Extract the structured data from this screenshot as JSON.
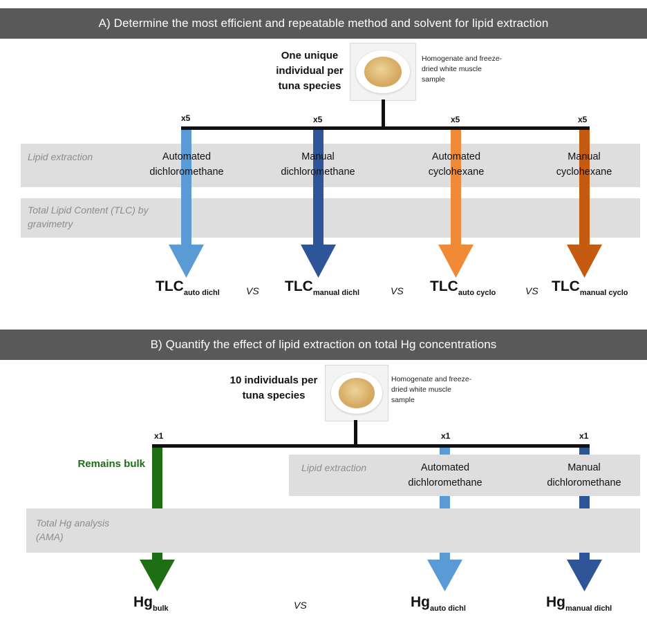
{
  "section_a": {
    "header": "A) Determine the most efficient and repeatable method and solvent for lipid extraction",
    "sample_label": "One unique individual per tuna species",
    "sample_desc": "Homogenate and freeze-dried white muscle sample",
    "multipliers": [
      "x5",
      "x5",
      "x5",
      "x5"
    ],
    "band1_label": "Lipid extraction",
    "band2_label": "Total Lipid Content (TLC) by gravimetry",
    "methods": [
      {
        "line1": "Automated",
        "line2": "dichloromethane",
        "color": "#5b9bd5"
      },
      {
        "line1": "Manual",
        "line2": "dichloromethane",
        "color": "#2e5597"
      },
      {
        "line1": "Automated",
        "line2": "cyclohexane",
        "color": "#f08a36"
      },
      {
        "line1": "Manual",
        "line2": "cyclohexane",
        "color": "#c55a11"
      }
    ],
    "results": [
      {
        "main": "TLC",
        "sub": "auto dichl"
      },
      {
        "main": "TLC",
        "sub": "manual dichl"
      },
      {
        "main": "TLC",
        "sub": "auto cyclo"
      },
      {
        "main": "TLC",
        "sub": "manual cyclo"
      }
    ],
    "vs": "VS"
  },
  "section_b": {
    "header": "B) Quantify the effect of lipid extraction on total Hg concentrations",
    "sample_label": "10 individuals per tuna species",
    "sample_desc": "Homogenate and freeze-dried white muscle sample",
    "multipliers": [
      "x1",
      "x1",
      "x1"
    ],
    "band1_label": "Lipid extraction",
    "band2_label": "Total Hg analysis (AMA)",
    "remains_bulk": "Remains bulk",
    "methods": [
      {
        "line1": "Automated",
        "line2": "dichloromethane",
        "color": "#5b9bd5"
      },
      {
        "line1": "Manual",
        "line2": "dichloromethane",
        "color": "#2e5597"
      }
    ],
    "bulk_color": "#1e6e14",
    "results": [
      {
        "main": "Hg",
        "sub": "bulk"
      },
      {
        "main": "Hg",
        "sub": "auto dichl"
      },
      {
        "main": "Hg",
        "sub": "manual dichl"
      }
    ],
    "vs": "VS"
  }
}
